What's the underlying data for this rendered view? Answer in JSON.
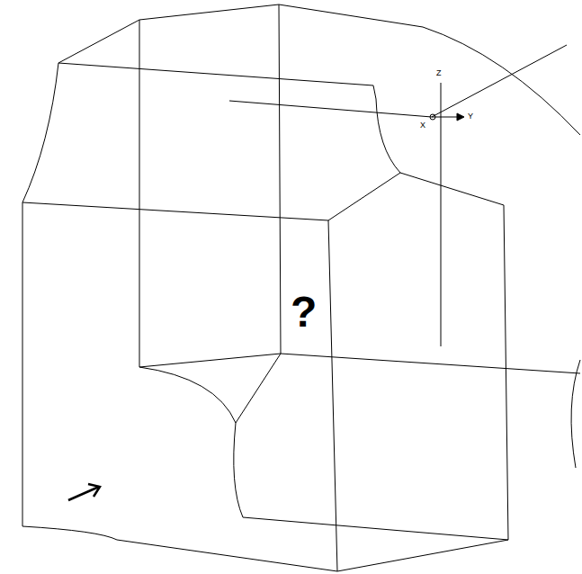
{
  "diagram": {
    "labels": [
      "?",
      "Z",
      "X",
      "Y"
    ]
  }
}
